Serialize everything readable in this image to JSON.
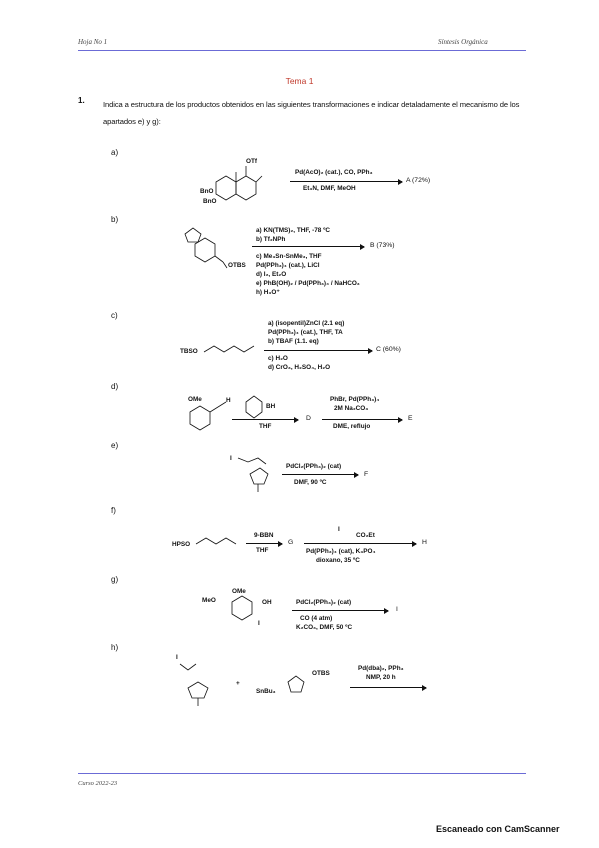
{
  "header": {
    "left": "Hoja No 1",
    "right": "Síntesis Orgánica"
  },
  "title": "Tema 1",
  "question": {
    "number": "1.",
    "text": "Indica  a estructura de los productos obtenidos en las siguientes transformaciones e indicar detaladamente el mecanismo de los apartados e) y g):"
  },
  "items": {
    "a": {
      "label": "a)",
      "cond_top": "Pd(AcO)₂ (cat.), CO, PPh₃",
      "cond_bottom": "Et₃N, DMF, MeOH",
      "product": "A (72%)",
      "sub_otf": "OTf",
      "sub_bno1": "BnO",
      "sub_bno2": "BnO"
    },
    "b": {
      "label": "b)",
      "steps": [
        "a) KN(TMS)₂, THF, -78 ºC",
        "b) Tf₂NPh",
        "c) Me₃Sn-SnMe₃, THF",
        "    Pd(PPh₃)₄ (cat.), LiCl",
        "d) I₂, Et₂O",
        "e) PhB(OH)₂ / Pd(PPh₃)₄ / NaHCO₃",
        "h) H₃O⁺"
      ],
      "product": "B (73%)",
      "sub_otbs": "OTBS"
    },
    "c": {
      "label": "c)",
      "steps": [
        "a) (isopentil)ZnCl (2.1 eq)",
        "    Pd(PPh₃)₄ (cat.), THF, TA",
        "b) TBAF (1.1. eq)",
        "c) H₂O",
        "d) CrO₃, H₂SO₄, H₂O"
      ],
      "product": "C (60%)",
      "sub_tbso": "TBSO"
    },
    "d": {
      "label": "d)",
      "cond1_bottom": "THF",
      "product1": "D",
      "cond2_top1": "PhBr, Pd(PPh₃)₄",
      "cond2_top2": "2M Na₂CO₃",
      "cond2_bottom": "DME, reflujo",
      "product2": "E",
      "sub_ome": "OMe",
      "sub_h": "H",
      "sub_bh": "BH"
    },
    "e": {
      "label": "e)",
      "cond_top": "PdCl₂(PPh₃)₂ (cat)",
      "cond_bottom": "DMF, 90 ºC",
      "product": "F",
      "sub_i": "I"
    },
    "f": {
      "label": "f)",
      "cond1_top": "9-BBN",
      "cond1_bottom": "THF",
      "product1": "G",
      "reagent": "CO₂Et",
      "reagent_i": "I",
      "cond2_bottom1": "Pd(PPh₃)₄ (cat), K₃PO₄",
      "cond2_bottom2": "dioxano, 35 ºC",
      "product2": "H",
      "sub_hpso": "HPSO"
    },
    "g": {
      "label": "g)",
      "cond_top": "PdCl₂(PPh₃)₂ (cat)",
      "cond_bottom1": "CO (4 atm)",
      "cond_bottom2": "K₂CO₃, DMF, 50 ºC",
      "product": "I",
      "sub_ome1": "OMe",
      "sub_meo": "MeO",
      "sub_oh": "OH",
      "sub_i": "I"
    },
    "h": {
      "label": "h)",
      "plus": "+",
      "cond_top1": "Pd(dba)₂, PPh₃",
      "cond_top2": "NMP, 20 h",
      "sub_i": "I",
      "sub_otbs": "OTBS",
      "sub_snbu3": "SnBu₃"
    }
  },
  "footer": "Curso 2022-23",
  "watermark": "Escaneado con CamScanner",
  "colors": {
    "rule": "#6b6bd6",
    "title": "#c0392b"
  }
}
